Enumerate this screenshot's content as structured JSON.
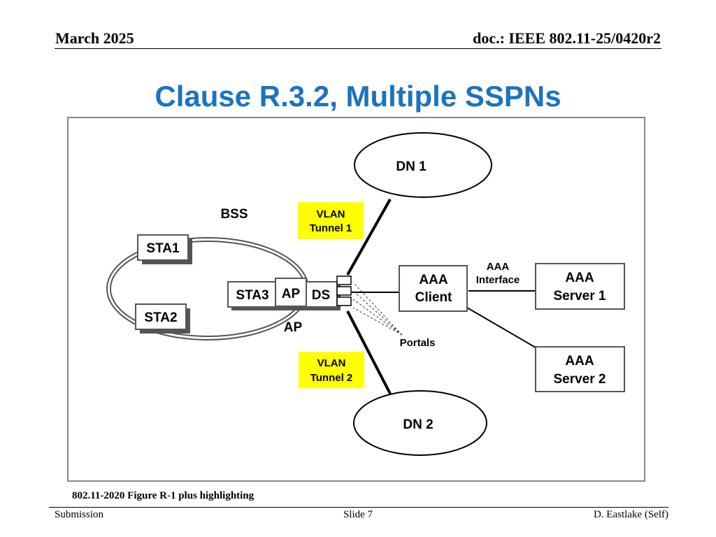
{
  "header": {
    "date": "March 2025",
    "doc": "doc.: IEEE 802.11-25/0420r2"
  },
  "title": "Clause R.3.2, Multiple SSPNs",
  "diagram": {
    "dn1": "DN 1",
    "dn2": "DN 2",
    "bss": "BSS",
    "sta1": "STA1",
    "sta2": "STA2",
    "sta3": "STA3",
    "ap_box": "AP",
    "ds": "DS",
    "ap_label": "AP",
    "vlan1": {
      "line1": "VLAN",
      "line2": "Tunnel 1"
    },
    "vlan2": {
      "line1": "VLAN",
      "line2": "Tunnel 2"
    },
    "aaa_client": {
      "line1": "AAA",
      "line2": "Client"
    },
    "aaa_interface": {
      "line1": "AAA",
      "line2": "Interface"
    },
    "aaa_server1": {
      "line1": "AAA",
      "line2": "Server 1"
    },
    "aaa_server2": {
      "line1": "AAA",
      "line2": "Server 2"
    },
    "portals": "Portals",
    "colors": {
      "highlight": "#ffff00",
      "border": "#555555",
      "frame": "#888888"
    }
  },
  "caption": "802.11-2020 Figure R-1 plus highlighting",
  "footer": {
    "left": "Submission",
    "center": "Slide 7",
    "right": "D. Eastlake (Self)"
  }
}
